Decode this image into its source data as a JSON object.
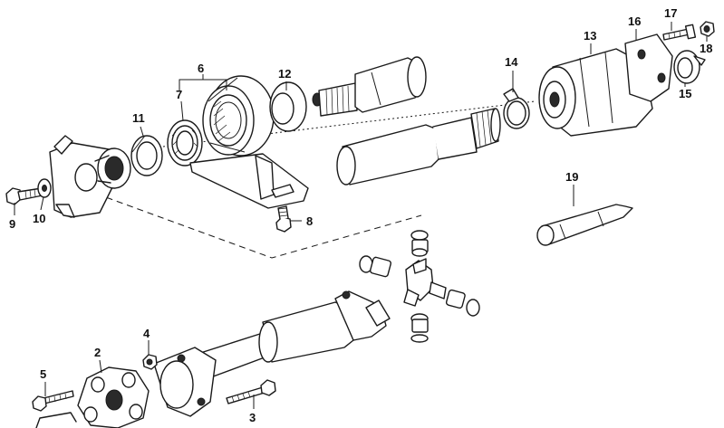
{
  "labels": {
    "l1": "2",
    "l2": "3",
    "l3": "4",
    "l4": "5",
    "l5": "6",
    "l6": "7",
    "l7": "8",
    "l8": "9",
    "l9": "10",
    "l10": "11",
    "l11": "12",
    "l12": "13",
    "l13": "14",
    "l14": "15",
    "l15": "16",
    "l16": "17",
    "l17": "18",
    "l18": "19"
  },
  "colors": {
    "line": "#1a1a1a",
    "background": "#ffffff"
  }
}
